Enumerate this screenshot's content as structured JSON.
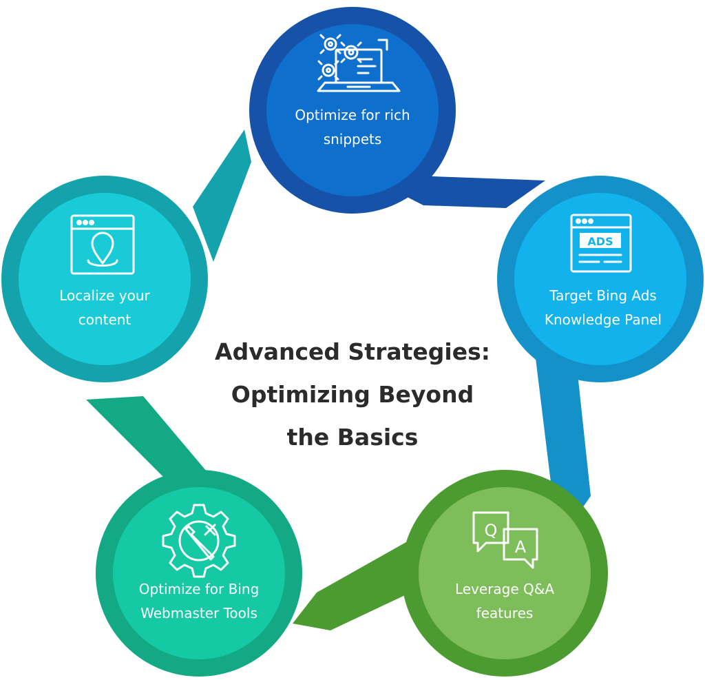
{
  "title": "Advanced Strategies:\nOptimizing Beyond\nthe Basics",
  "nodes": [
    {
      "label": "Optimize for rich\nsnippets",
      "icon": "laptop-gears-icon",
      "ring_color": "#1652a8",
      "fill_color": "#0f6fcc"
    },
    {
      "label": "Target Bing Ads\nKnowledge Panel",
      "icon": "ads-browser-icon",
      "badge_text": "ADS",
      "ring_color": "#1591c9",
      "fill_color": "#12b2ec"
    },
    {
      "label": "Leverage Q&A\nfeatures",
      "icon": "qa-chat-bubbles-icon",
      "badge_q": "Q",
      "badge_a": "A",
      "ring_color": "#4c9b30",
      "fill_color": "#7dbd5a"
    },
    {
      "label": "Optimize for Bing\nWebmaster Tools",
      "icon": "gear-wrench-icon",
      "ring_color": "#13a985",
      "fill_color": "#14c9a3"
    },
    {
      "label": "Localize your\ncontent",
      "icon": "browser-location-pin-icon",
      "ring_color": "#14a3ac",
      "fill_color": "#18cbd6"
    }
  ]
}
